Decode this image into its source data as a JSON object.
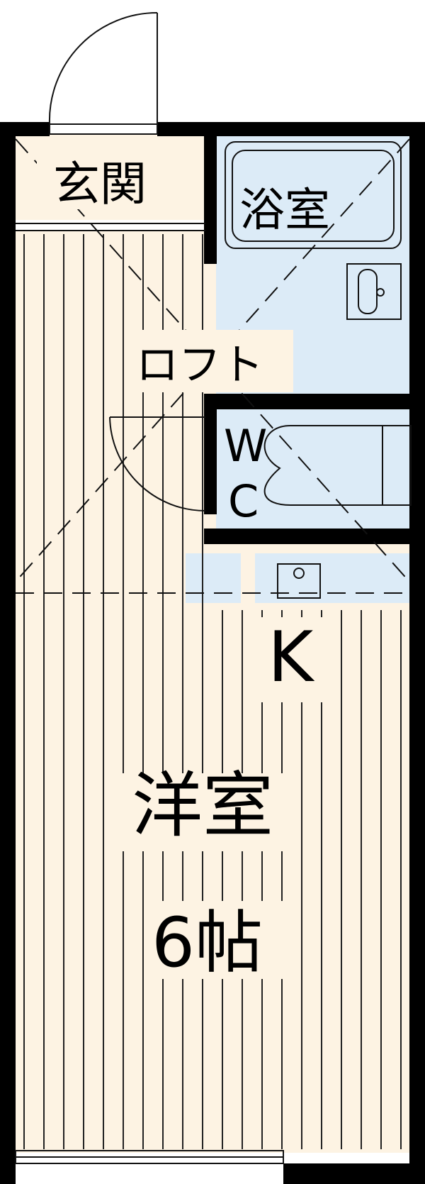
{
  "rooms": {
    "entrance": "玄関",
    "bath": "浴室",
    "loft": "ロフト",
    "wc_top": "W",
    "wc_bottom": "C",
    "kitchen": "K",
    "western_room": "洋室",
    "size": "6帖"
  },
  "colors": {
    "floor": "#fdf3e3",
    "wet_area": "#dcebf7",
    "wall": "#000000",
    "line": "#111111"
  },
  "icons": [
    "door-swing-icon",
    "toilet-icon",
    "sink-icon",
    "stove-icon",
    "washbasin-icon"
  ]
}
